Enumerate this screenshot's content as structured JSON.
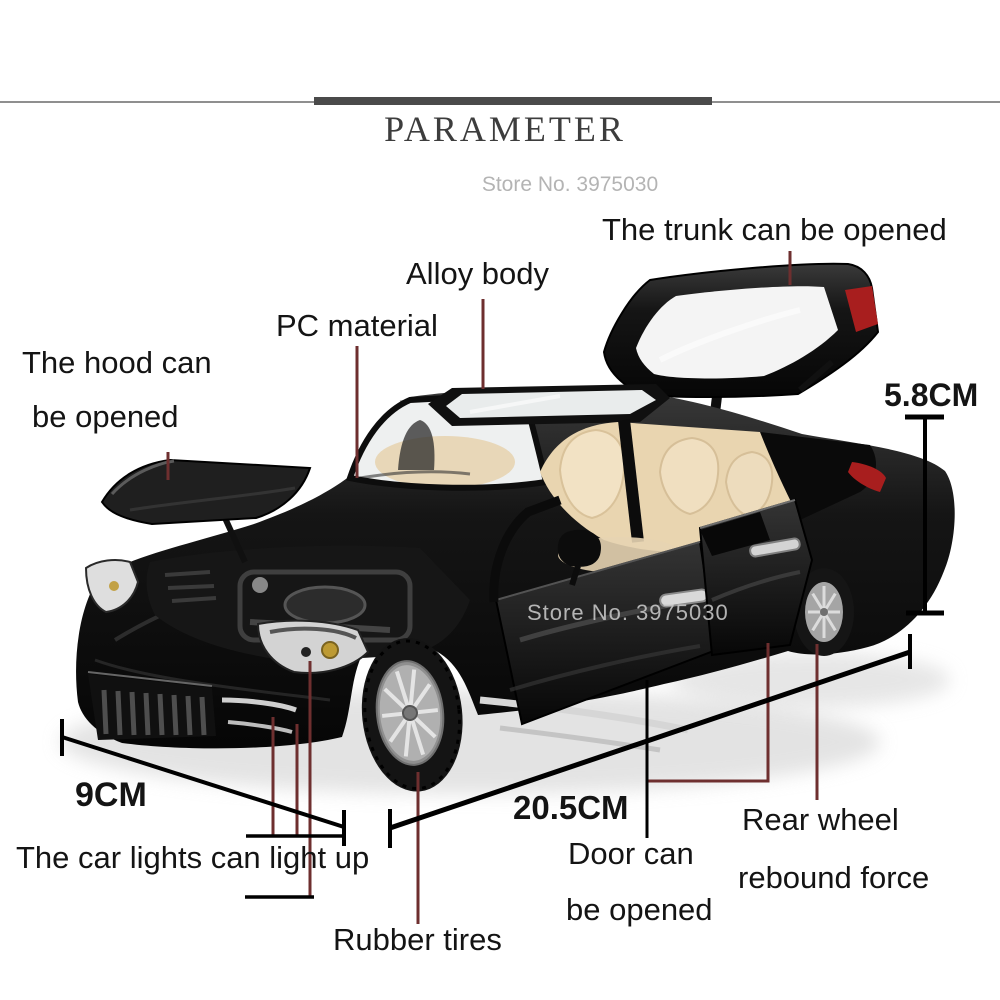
{
  "header": {
    "title": "PARAMETER",
    "watermark": "Store No. 3975030"
  },
  "car": {
    "watermark": "Store No. 3975030"
  },
  "annotations": {
    "trunk": {
      "text": "The trunk can be opened"
    },
    "alloy_body": {
      "text": "Alloy body"
    },
    "pc_material": {
      "text": "PC material"
    },
    "hood": {
      "line1": "The hood can",
      "line2": "be opened"
    },
    "car_lights": {
      "text": "The car lights can light up"
    },
    "rubber_tires": {
      "text": "Rubber tires"
    },
    "door": {
      "line1": "Door can",
      "line2": "be opened"
    },
    "rear_wheel": {
      "line1": "Rear wheel",
      "line2": "rebound force"
    }
  },
  "dimensions": {
    "height": "5.8CM",
    "front_width": "9CM",
    "length": "20.5CM"
  },
  "colors": {
    "title_text": "#3d3d3d",
    "label_text": "#141414",
    "watermark": "#b4b4b4",
    "door_watermark": "#c9c9c9",
    "leader_line": "#6e2f2f",
    "dimension_line": "#000000",
    "car_body": "#101010",
    "interior": "#e9d5b0",
    "wheel_rim": "#b0b0b0",
    "tail_light": "#a81e1e"
  }
}
